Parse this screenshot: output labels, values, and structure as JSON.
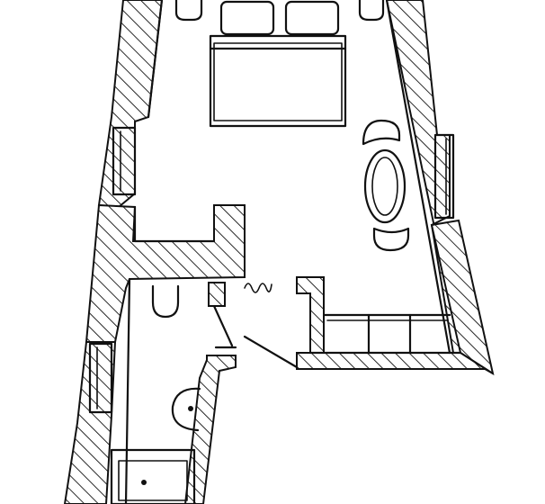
{
  "figure": {
    "kind": "hand-drawn floor plan",
    "colors": {
      "ink": "#111111",
      "paper": "#ffffff"
    },
    "rooms": [
      "bedroom",
      "bathroom"
    ],
    "furniture": [
      "double-bed",
      "two-pillows",
      "two-nightstands",
      "oval-table",
      "two-chairs",
      "window-bench",
      "toilet",
      "washbasin",
      "bathroom-vanity"
    ]
  }
}
